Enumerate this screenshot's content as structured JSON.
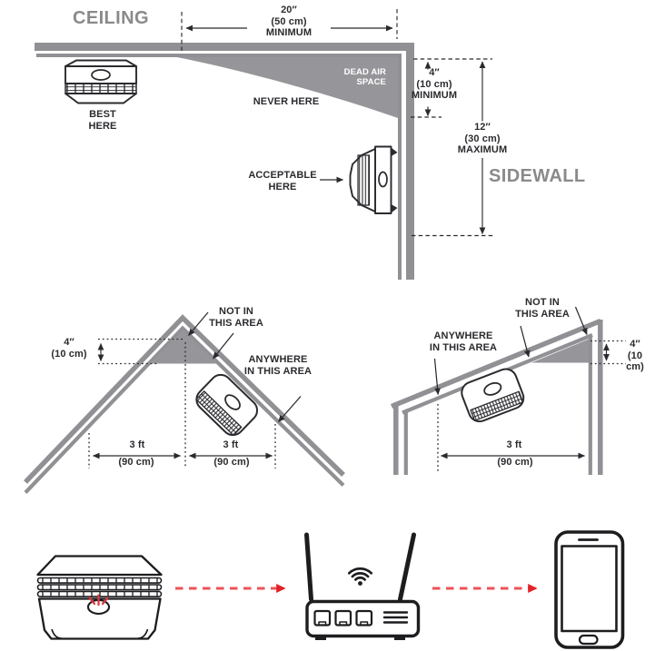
{
  "colors": {
    "structure_gray": "#919195",
    "dead_air_gray": "#96969a",
    "heading_gray": "#8a8a8c",
    "text_dark": "#2b2a2e",
    "line_art_black": "#1d1d20",
    "red_dash": "#ee5257",
    "red_arrowhead": "#e02329",
    "led_red": "#d93a3e"
  },
  "ceiling_wall_diagram": {
    "ceiling_label": "CEILING",
    "sidewall_label": "SIDEWALL",
    "top_clearance": "20″\n(50 cm)\nMINIMUM",
    "best_here_label": "BEST\nHERE",
    "never_here_label": "NEVER HERE",
    "dead_air_label": "DEAD AIR\nSPACE",
    "wall_min_clearance": "4″\n(10 cm)\nMINIMUM",
    "wall_max_clearance": "12″\n(30 cm)\nMAXIMUM",
    "acceptable_here_label": "ACCEPTABLE\nHERE"
  },
  "peaked_ceiling_diagram": {
    "not_in_label": "NOT IN\nTHIS AREA",
    "anywhere_label": "ANYWHERE\nIN THIS AREA",
    "peak_clearance": "4″\n(10 cm)",
    "left_span_ft": "3 ft",
    "left_span_cm": "(90 cm)",
    "right_span_ft": "3 ft",
    "right_span_cm": "(90 cm)"
  },
  "sloped_ceiling_diagram": {
    "not_in_label": "NOT IN\nTHIS AREA",
    "anywhere_label": "ANYWHERE\nIN THIS AREA",
    "corner_clearance": "4″\n(10 cm)",
    "span_ft": "3 ft",
    "span_cm": "(90 cm)"
  },
  "connectivity_diagram": {
    "devices": [
      "smoke-detector",
      "wifi-router",
      "smartphone"
    ],
    "link_style": "red-dashed-arrow"
  }
}
